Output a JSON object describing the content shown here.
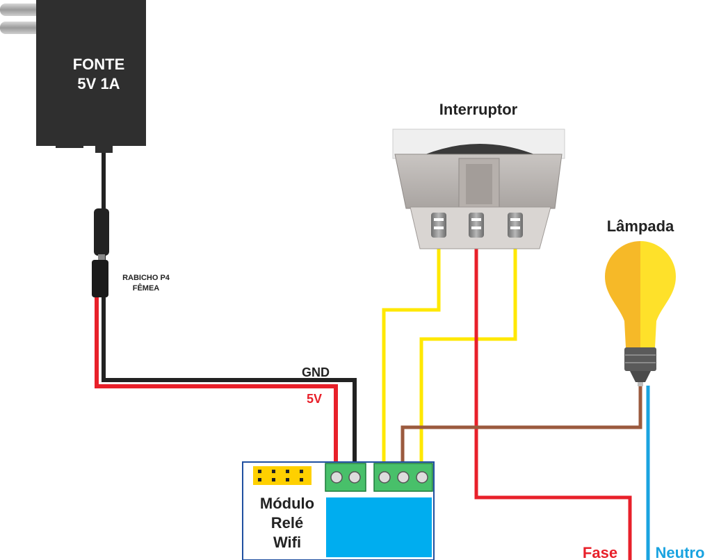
{
  "power_supply": {
    "line1": "FONTE",
    "line2": "5V 1A"
  },
  "p4_cable": {
    "line1": "RABICHO P4",
    "line2": "FÊMEA"
  },
  "switch": {
    "title": "Interruptor"
  },
  "lamp": {
    "title": "Lâmpada"
  },
  "wires": {
    "gnd": "GND",
    "v5": "5V",
    "phase": "Fase",
    "neutral": "Neutro"
  },
  "module": {
    "line1": "Módulo",
    "line2": "Relé",
    "line3": "Wifi"
  },
  "colors": {
    "black_wire": "#222222",
    "red_wire": "#e8202a",
    "yellow_wire": "#ffe800",
    "brown_wire": "#9b5a3e",
    "blue_wire": "#1aa3e0",
    "terminal_green": "#48c06a",
    "relay_blue": "#00adef",
    "module_border": "#1f4fa0",
    "header_yellow": "#ffd000"
  }
}
